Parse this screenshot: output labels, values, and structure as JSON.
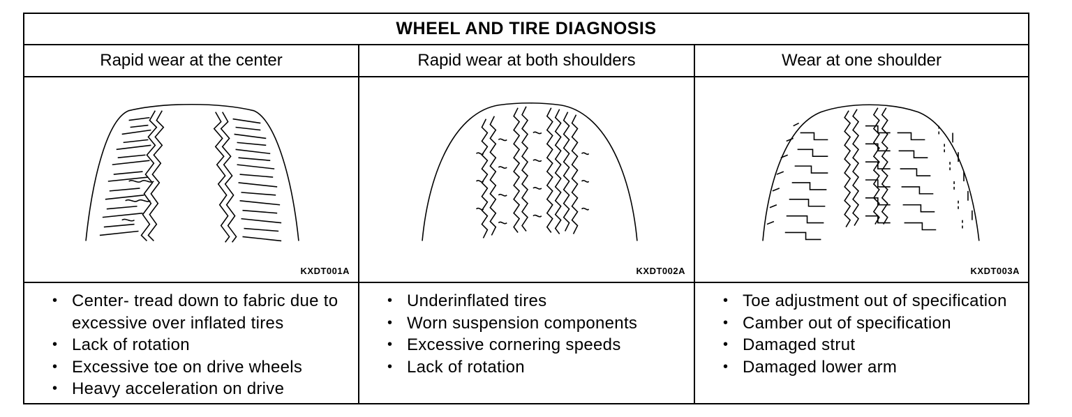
{
  "document": {
    "title": "WHEEL AND TIRE DIAGNOSIS",
    "columns": [
      {
        "header": "Rapid wear at the center",
        "figure_code": "KXDT001A",
        "causes": [
          "Center- tread down to fabric due to excessive over inflated tires",
          "Lack of rotation",
          "Excessive toe on drive wheels",
          "Heavy acceleration on drive"
        ]
      },
      {
        "header": "Rapid wear at both shoulders",
        "figure_code": "KXDT002A",
        "causes": [
          "Underinflated tires",
          "Worn suspension components",
          "Excessive cornering speeds",
          "Lack of rotation"
        ]
      },
      {
        "header": "Wear at one shoulder",
        "figure_code": "KXDT003A",
        "causes": [
          "Toe adjustment out of specification",
          "Camber out of specification",
          "Damaged strut",
          "Damaged lower arm"
        ]
      }
    ]
  }
}
